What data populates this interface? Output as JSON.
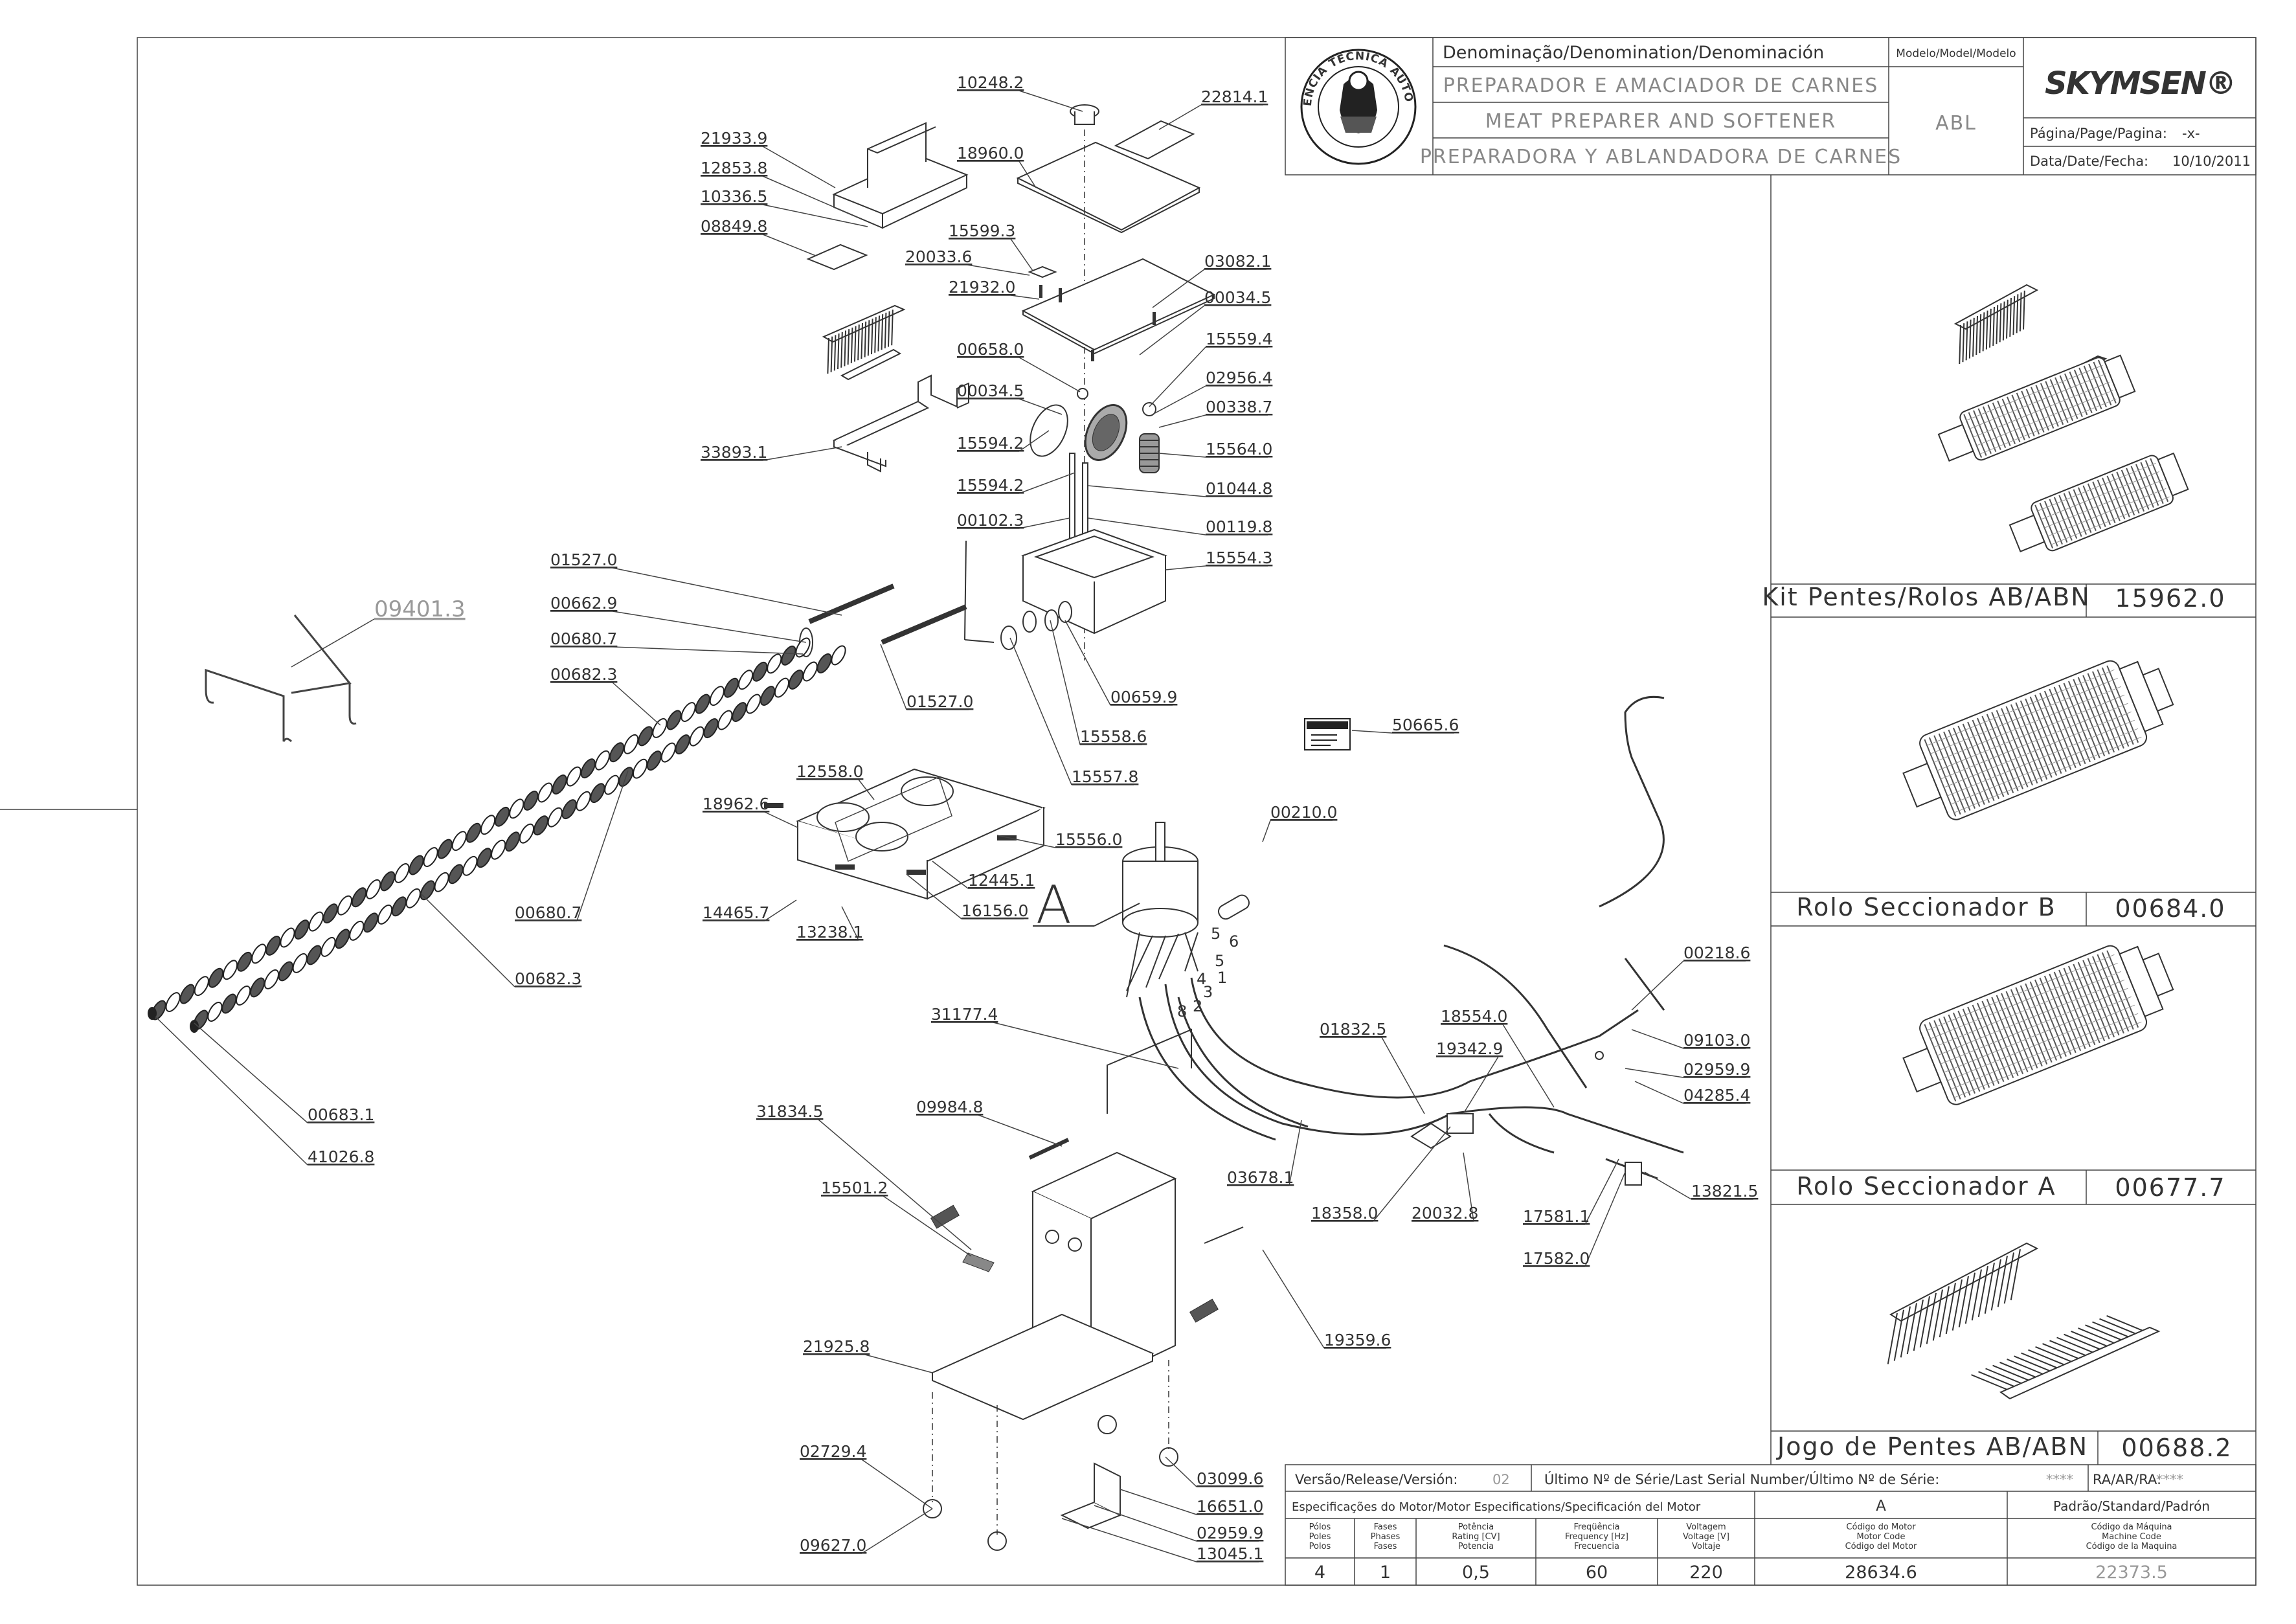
{
  "title_block": {
    "denomination_label": "Denominação/Denomination/Denominación",
    "name_pt": "PREPARADOR E AMACIADOR DE CARNES",
    "name_en": "MEAT PREPARER AND SOFTENER",
    "name_es": "PREPARADORA Y ABLANDADORA DE CARNES",
    "model_label": "Modelo/Model/Modelo",
    "model_value": "ABL",
    "brand": "SKYMSEN®",
    "page_label": "Página/Page/Pagina:",
    "page_value": "-x-",
    "date_label": "Data/Date/Fecha:",
    "date_value": "10/10/2011",
    "seal_text": "ASSISTÊNCIA TÉCNICA AUTORIZADA"
  },
  "kits": [
    {
      "name": "Kit Pentes/Rolos AB/ABN",
      "code": "15962.0"
    },
    {
      "name": "Rolo Seccionador B",
      "code": "00684.0"
    },
    {
      "name": "Rolo Seccionador A",
      "code": "00677.7"
    },
    {
      "name": "Jogo de Pentes AB/ABN",
      "code": "00688.2"
    }
  ],
  "footer": {
    "version_label": "Versão/Release/Versión:",
    "version_value": "02",
    "serial_label": "Último Nº de Série/Last Serial Number/Último Nº de Série:",
    "serial_value": "****",
    "ra_label": "RA/AR/RA:",
    "ra_value": "****",
    "motor_spec_label": "Especificações do Motor/Motor Especifications/Specificación del Motor",
    "col_a_label": "A",
    "standard_label": "Padrão/Standard/Padrón",
    "spec_headers": [
      "Pólos\nPoles\nPolos",
      "Fases\nPhases\nFases",
      "Potência\nRating [CV]\nPotencia",
      "Freqüência\nFrequency [Hz]\nFrecuencia",
      "Voltagem\nVoltage [V]\nVoltaje",
      "Código do Motor\nMotor Code\nCódigo del Motor",
      "Código da Máquina\nMachine Code\nCódigo de la Maquina"
    ],
    "spec_values": [
      "4",
      "1",
      "0,5",
      "60",
      "220",
      "28634.6",
      "22373.5"
    ]
  },
  "diagram": {
    "section_marker": "A",
    "part_labels": [
      "10248.2",
      "22814.1",
      "21933.9",
      "12853.8",
      "10336.5",
      "08849.8",
      "18960.0",
      "15599.3",
      "20033.6",
      "21932.0",
      "03082.1",
      "00034.5",
      "00658.0",
      "15559.4",
      "00034.5",
      "02956.4",
      "00338.7",
      "15594.2",
      "15564.0",
      "15594.2",
      "01044.8",
      "00102.3",
      "00119.8",
      "15554.3",
      "33893.1",
      "01527.0",
      "00662.9",
      "00680.7",
      "00682.3",
      "01527.0",
      "00659.9",
      "15558.6",
      "15557.8",
      "09401.3",
      "50665.6",
      "12558.0",
      "18962.6",
      "15556.0",
      "12445.1",
      "14465.7",
      "16156.0",
      "13238.1",
      "00210.0",
      "00680.7",
      "00682.3",
      "00683.1",
      "41026.8",
      "31177.4",
      "09984.8",
      "31834.5",
      "15501.2",
      "00218.6",
      "18554.0",
      "01832.5",
      "19342.9",
      "09103.0",
      "02959.9",
      "04285.4",
      "03678.1",
      "18358.0",
      "20032.8",
      "17581.1",
      "13821.5",
      "17582.0",
      "19359.6",
      "21925.8",
      "02729.4",
      "03099.6",
      "16651.0",
      "02959.9",
      "09627.0",
      "13045.1"
    ],
    "wire_numbers": [
      "5",
      "6",
      "5",
      "4",
      "3",
      "1",
      "8",
      "2"
    ]
  }
}
